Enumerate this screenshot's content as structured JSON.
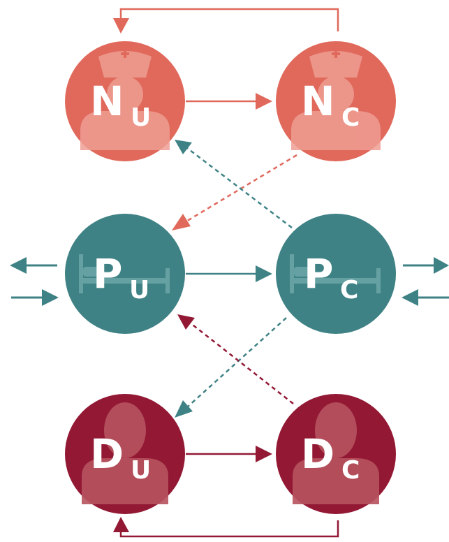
{
  "colors": {
    "nurse": "#e0695c",
    "nurse_icon": "#ef9e93",
    "patient": "#3f8285",
    "patient_icon": "#6aa5a6",
    "doctor": "#921834",
    "doctor_icon": "#b7535f"
  },
  "nodes": {
    "nurse_uncovered": {
      "main": "N",
      "sub": "U",
      "icon": "nurse-icon"
    },
    "nurse_covered": {
      "main": "N",
      "sub": "C",
      "icon": "nurse-icon"
    },
    "patient_uncovered": {
      "main": "P",
      "sub": "U",
      "icon": "bed-icon"
    },
    "patient_covered": {
      "main": "P",
      "sub": "C",
      "icon": "bed-icon"
    },
    "doctor_uncovered": {
      "main": "D",
      "sub": "U",
      "icon": "doctor-icon"
    },
    "doctor_covered": {
      "main": "D",
      "sub": "C",
      "icon": "doctor-icon"
    }
  }
}
